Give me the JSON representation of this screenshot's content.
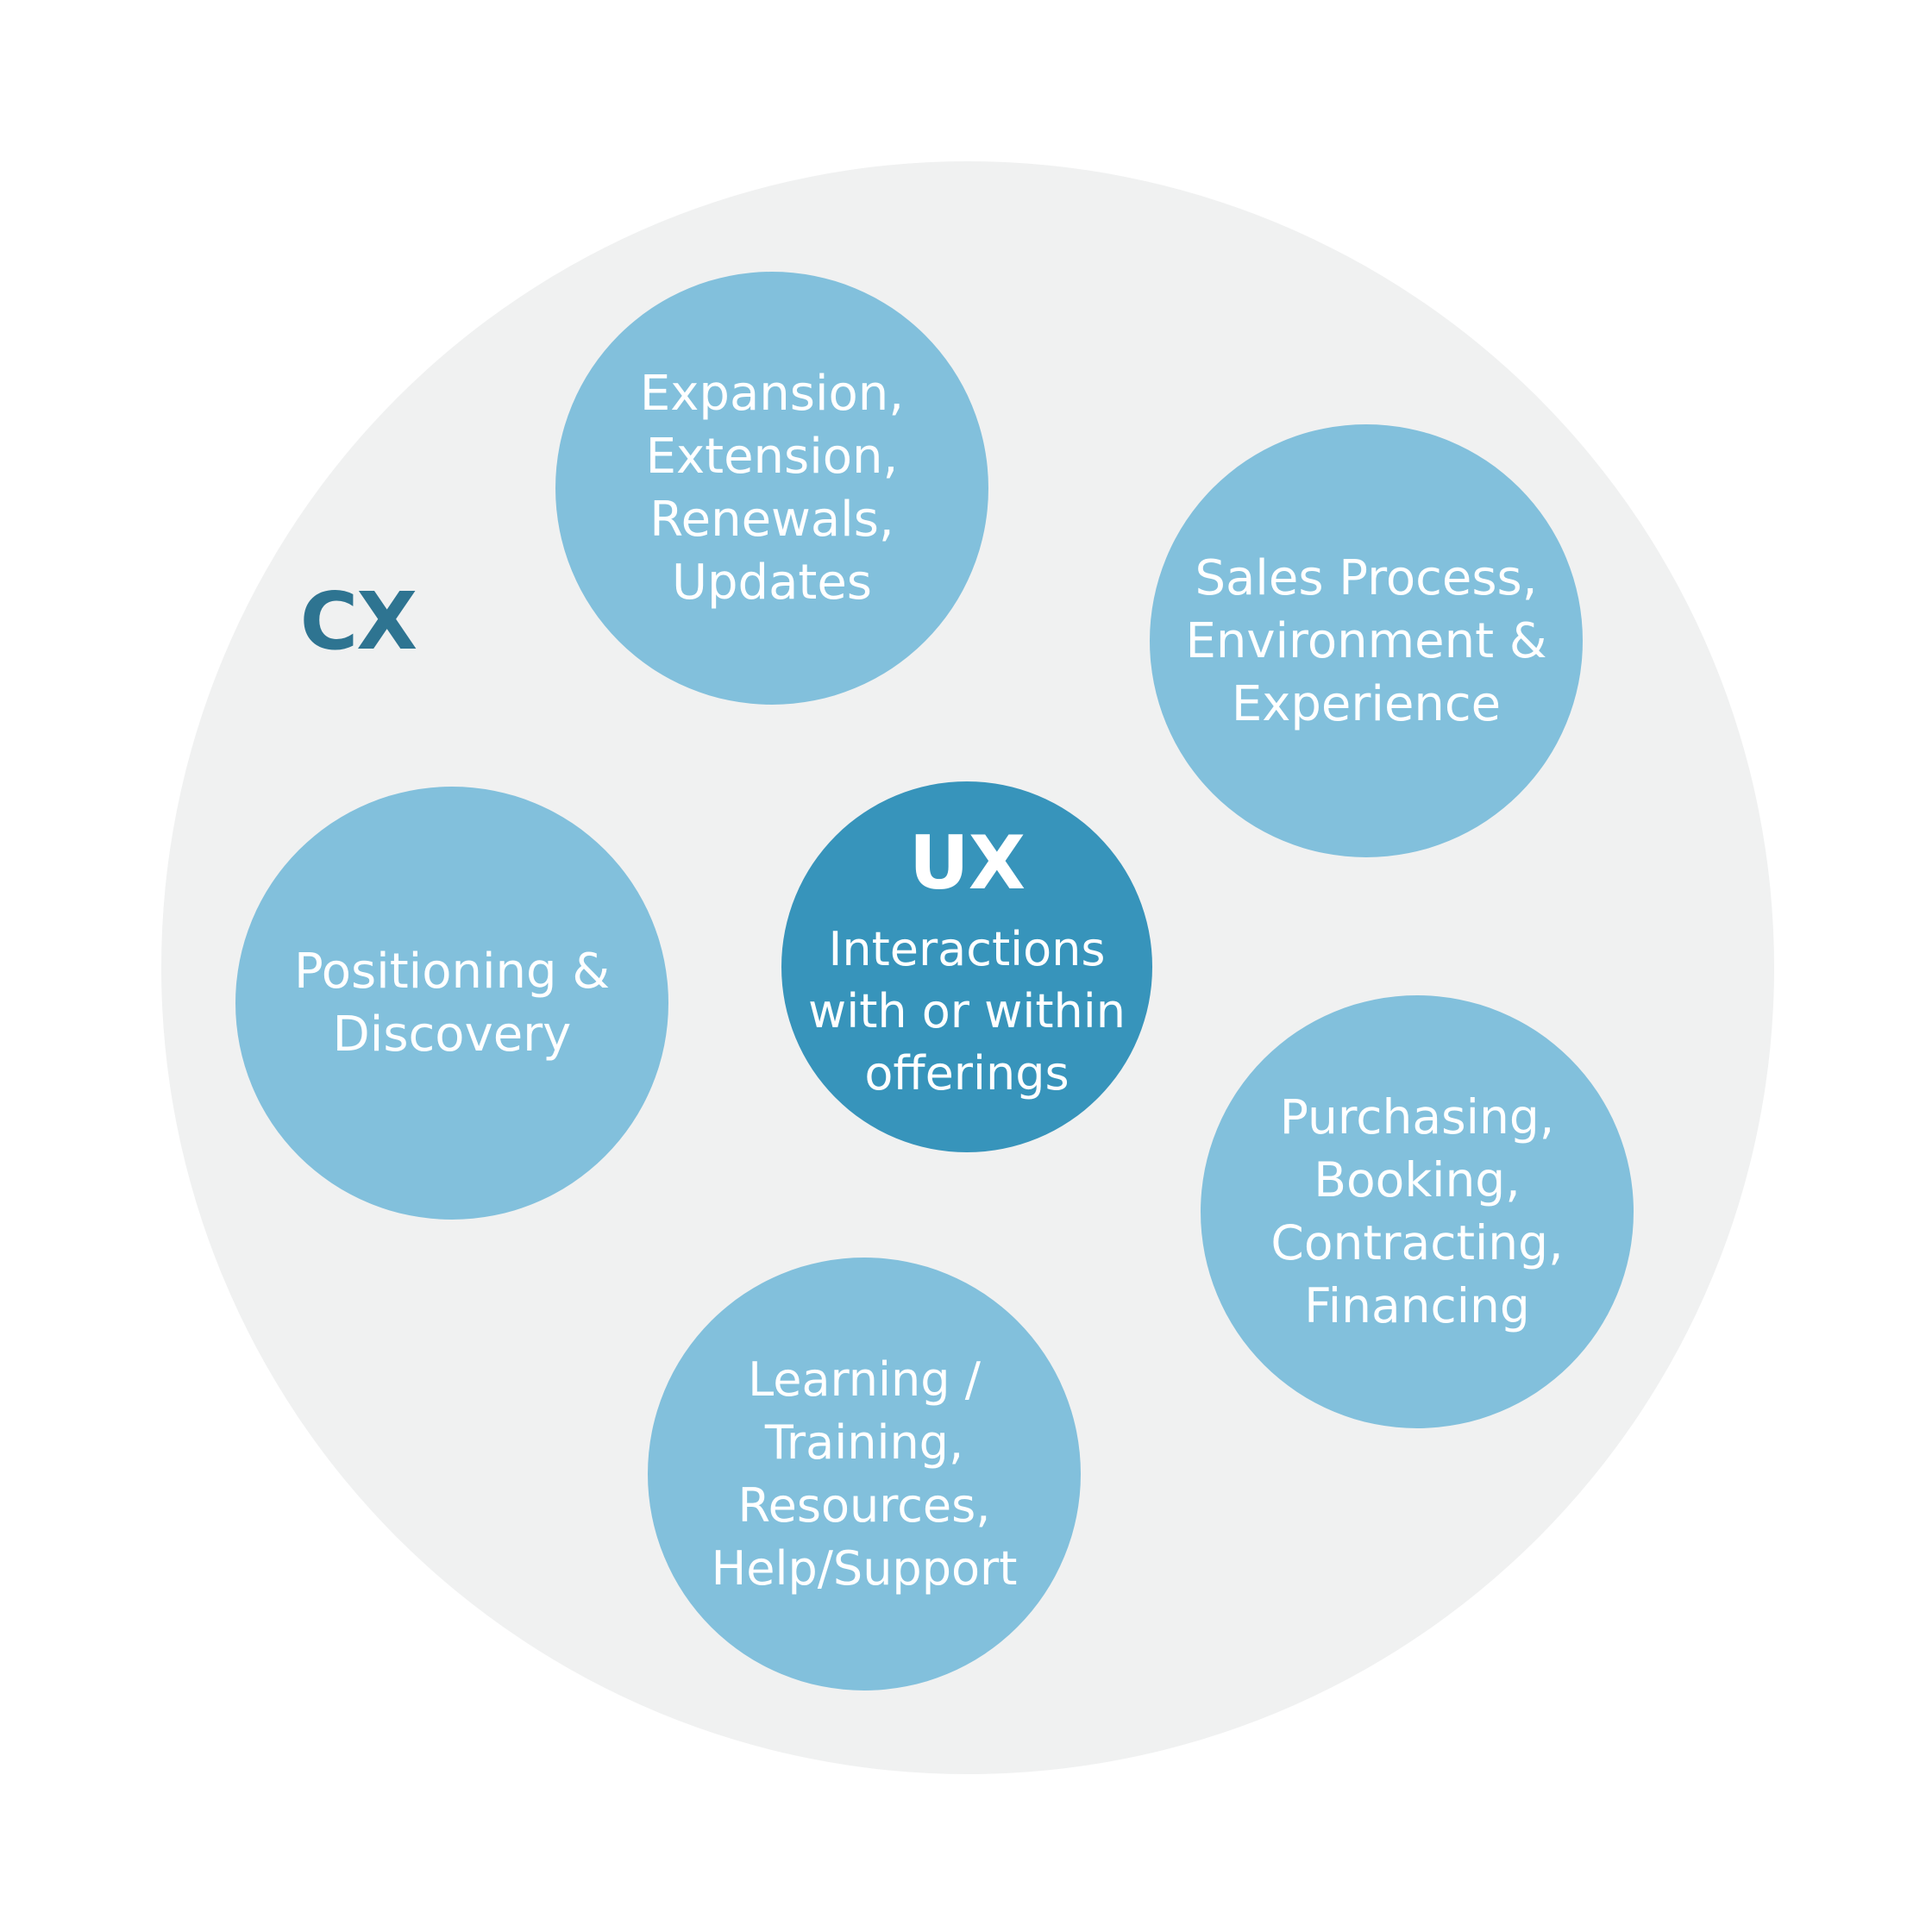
{
  "diagram": {
    "outer_label": "CX",
    "center": {
      "title": "UX",
      "text": "Interactions\nwith or within\nofferings"
    },
    "bubbles": [
      {
        "text": "Expansion,\nExtension,\nRenewals,\nUpdates"
      },
      {
        "text": "Sales Process,\nEnvironment &\nExperience"
      },
      {
        "text": "Positioning &\nDiscovery"
      },
      {
        "text": "Purchasing,\nBooking,\nContracting,\nFinancing"
      },
      {
        "text": "Learning /\nTraining,\nResources,\nHelp/Support"
      }
    ]
  },
  "colors": {
    "outer_circle": "#f0f1f1",
    "bubble": "#82c0dc",
    "center_circle": "#3794bb",
    "cx_text": "#2e7491",
    "bubble_text": "#ffffff"
  }
}
